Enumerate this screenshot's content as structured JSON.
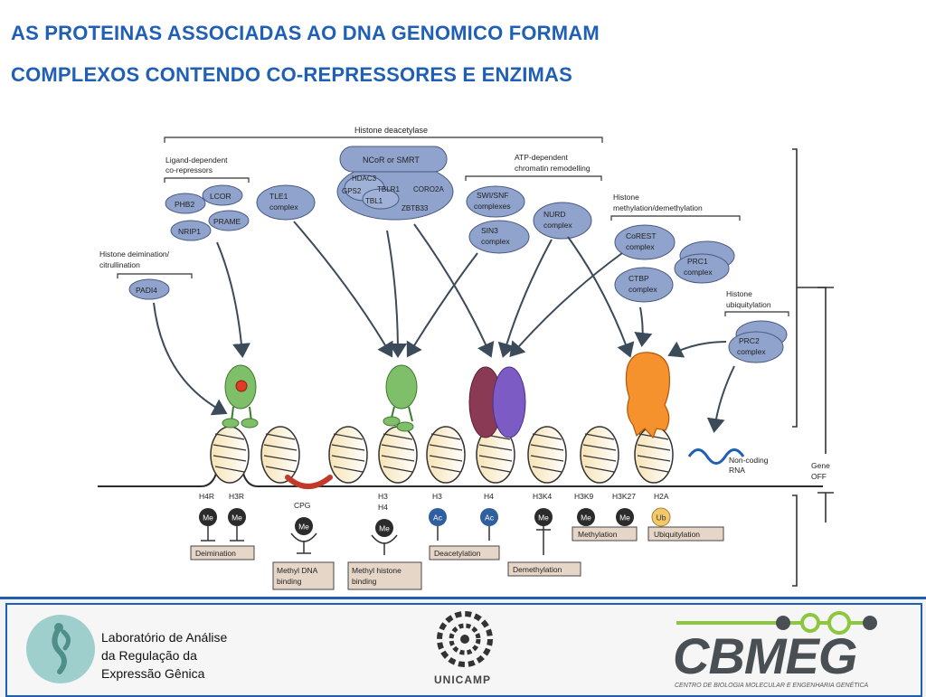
{
  "title": {
    "line1": "AS PROTEINAS ASSOCIADAS AO DNA GENOMICO FORMAM",
    "line2": "COMPLEXOS CONTENDO CO-REPRESSORES E ENZIMAS"
  },
  "diagram": {
    "groups": {
      "histone_deacetylase": "Histone deacetylase",
      "ligand_dependent_1": "Ligand-dependent",
      "ligand_dependent_2": "co-repressors",
      "atp_dependent_1": "ATP-dependent",
      "atp_dependent_2": "chromatin remodelling",
      "histone_methylation_1": "Histone",
      "histone_methylation_2": "methylation/demethylation",
      "histone_deimination_1": "Histone deimination/",
      "histone_deimination_2": "citrullination",
      "histone_ubiquitylation_1": "Histone",
      "histone_ubiquitylation_2": "ubiquitylation"
    },
    "complexes": {
      "phb2": "PHB2",
      "lcor": "LCOR",
      "nrip1": "NRIP1",
      "prame": "PRAME",
      "tle1_1": "TLE1",
      "tle1_2": "complex",
      "ncor": "NCoR or SMRT",
      "hdac3": "HDAC3",
      "gps2": "GPS2",
      "tblr1": "TBLR1",
      "tbl1": "TBL1",
      "coro2a": "CORO2A",
      "zbtb33": "ZBTB33",
      "swi_1": "SWI/SNF",
      "swi_2": "complexes",
      "sin3_1": "SIN3",
      "sin3_2": "complex",
      "nurd_1": "NURD",
      "nurd_2": "complex",
      "corest_1": "CoREST",
      "corest_2": "complex",
      "prc1_1": "PRC1",
      "prc1_2": "complex",
      "ctbp_1": "CTBP",
      "ctbp_2": "complex",
      "prc2_1": "PRC2",
      "prc2_2": "complex",
      "padi4": "PADI4"
    },
    "non_coding_1": "Non-coding",
    "non_coding_2": "RNA",
    "gene_off_1": "Gene",
    "gene_off_2": "OFF",
    "marks": [
      {
        "site": "H4R",
        "mod": "Me"
      },
      {
        "site": "H3R",
        "mod": "Me"
      },
      {
        "site": "CPG",
        "mod": "Me"
      },
      {
        "site": "H3",
        "site2": "H4",
        "mod": "Me"
      },
      {
        "site": "H3",
        "mod": "Ac"
      },
      {
        "site": "H4",
        "mod": "Ac"
      },
      {
        "site": "H3K4",
        "mod": "Me"
      },
      {
        "site": "H3K9",
        "mod": "Me"
      },
      {
        "site": "H3K27",
        "mod": "Me"
      },
      {
        "site": "H2A",
        "mod": "Ub"
      }
    ],
    "processes": {
      "deimination": "Deimination",
      "methyl_dna_1": "Methyl DNA",
      "methyl_dna_2": "binding",
      "methyl_histone_1": "Methyl histone",
      "methyl_histone_2": "binding",
      "deacetylation": "Deacetylation",
      "demethylation": "Demethylation",
      "methylation": "Methylation",
      "ubiquitylation": "Ubiquitylation"
    }
  },
  "footer": {
    "lab_line1": "Laboratório de Análise",
    "lab_line2": "da Regulação da",
    "lab_line3": "Expressão Gênica",
    "unicamp": "UNICAMP",
    "cbmeg": "CBMEG",
    "cbmeg_sub": "CENTRO DE BIOLOGIA MOLECULAR E ENGENHARIA GENÉTICA"
  },
  "colors": {
    "title": "#1f5fb5",
    "complex_fill": "#8fa3cc",
    "green": "#7fbf6a",
    "maroon": "#8a3a55",
    "purple": "#7c5cc4",
    "orange": "#f5922d",
    "me_circle": "#2b2b2b",
    "ac_circle": "#2f5f9e",
    "ub_circle": "#f3c86a"
  }
}
